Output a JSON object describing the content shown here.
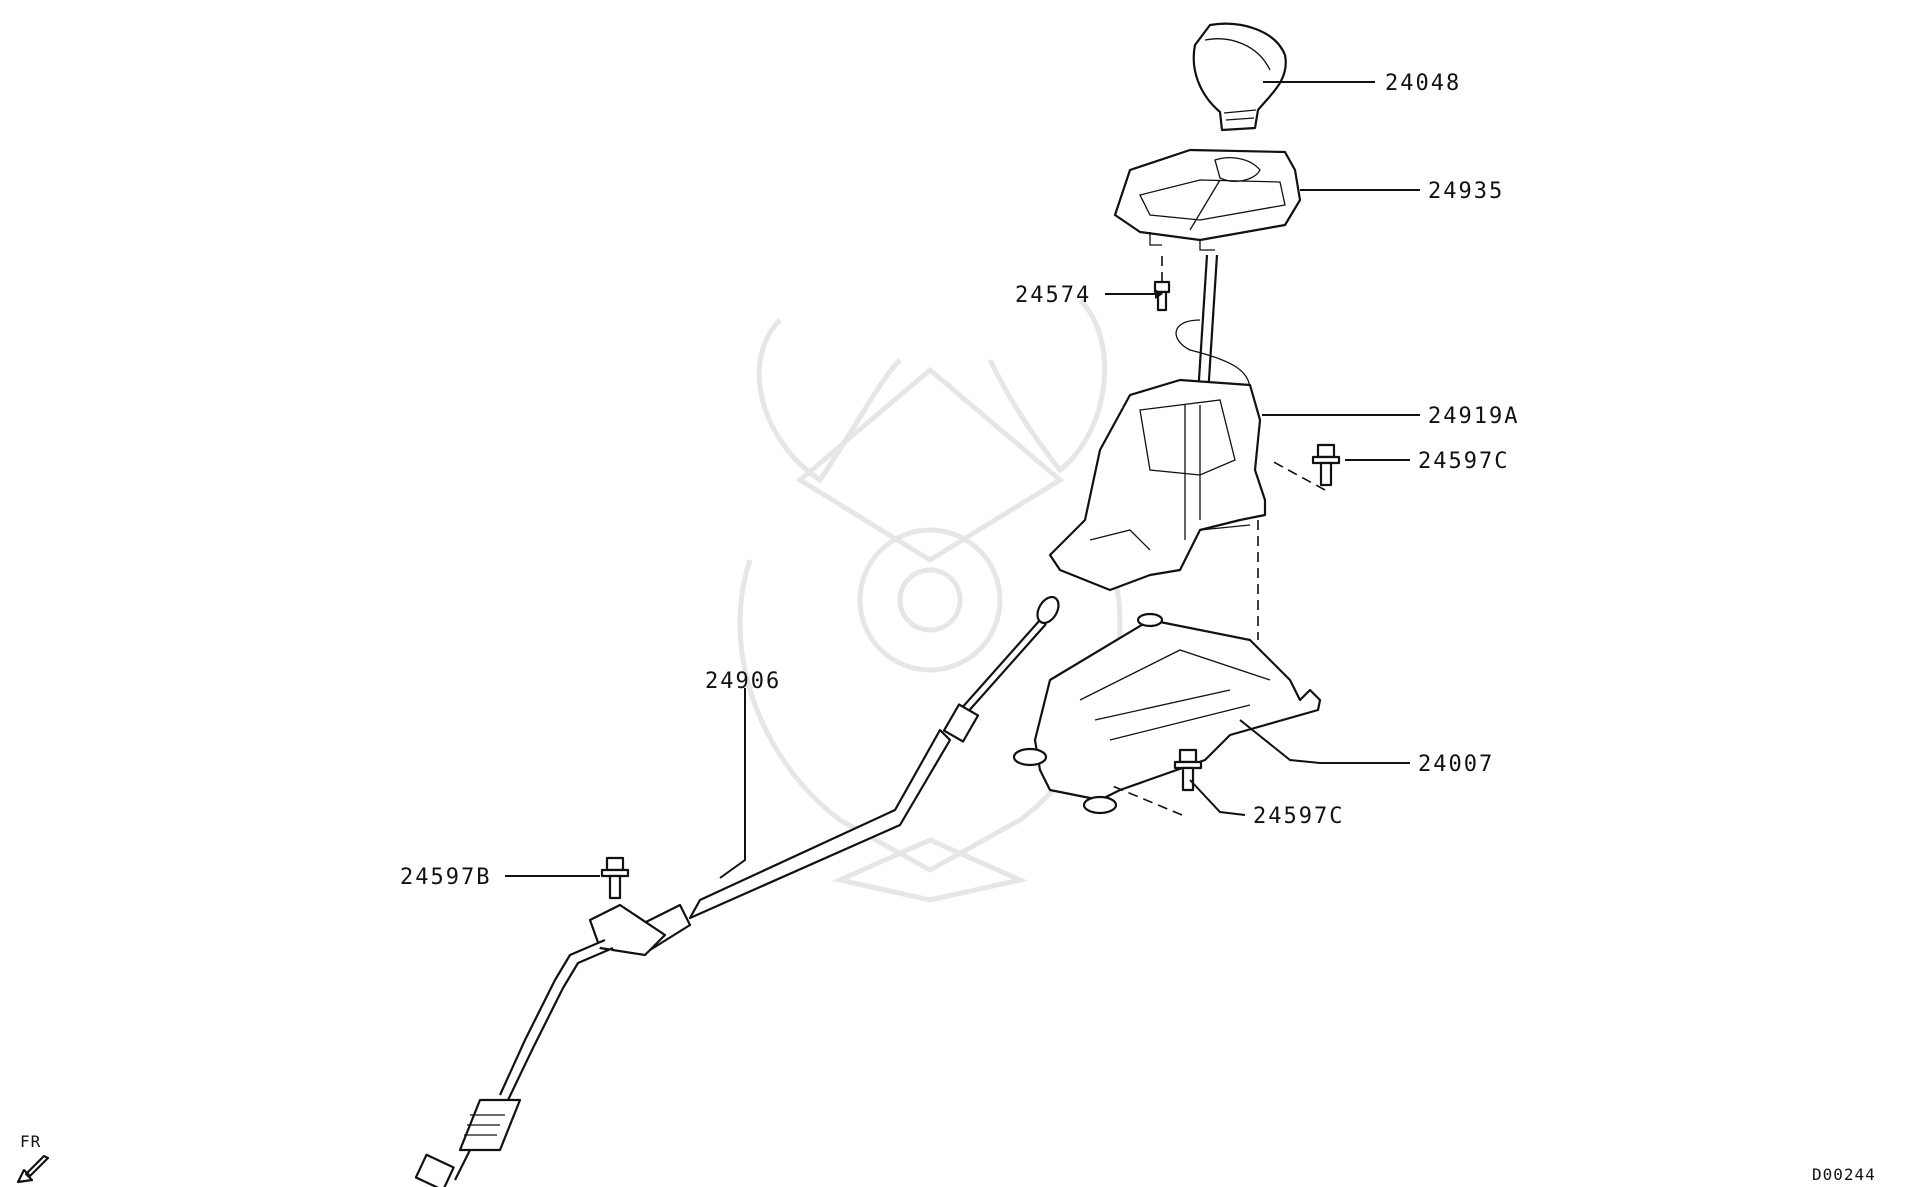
{
  "labels": {
    "p24048": "24048",
    "p24935": "24935",
    "p24574": "24574",
    "p24919A": "24919A",
    "p24597C_top": "24597C",
    "p24906": "24906",
    "p24007": "24007",
    "p24597C_bottom": "24597C",
    "p24597B": "24597B"
  },
  "direction_marker": "FR",
  "diagram_code": "D00244",
  "colors": {
    "ink": "#111111",
    "watermark": "#e6e6e6",
    "background": "#ffffff"
  }
}
